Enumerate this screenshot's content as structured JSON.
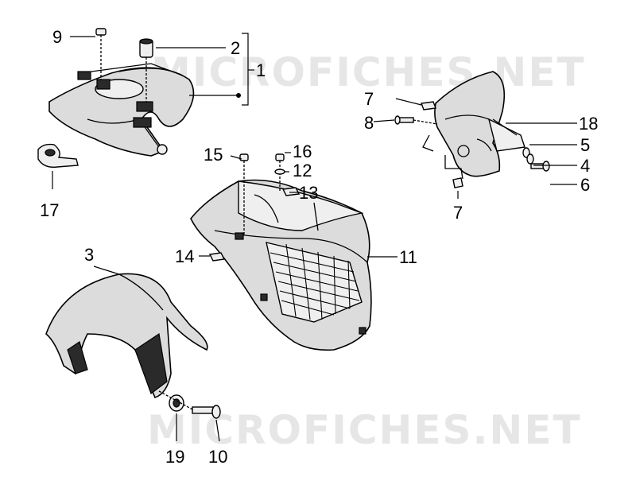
{
  "watermarks": [
    "MICROFICHES.NET",
    "MICROFICHES.NET"
  ],
  "callouts": {
    "c1": "1",
    "c2": "2",
    "c3": "3",
    "c4": "4",
    "c5": "5",
    "c6": "6",
    "c7a": "7",
    "c7b": "7",
    "c8": "8",
    "c9": "9",
    "c10": "10",
    "c11": "11",
    "c12": "12",
    "c13": "13",
    "c14": "14",
    "c15": "15",
    "c16": "16",
    "c17": "17",
    "c18": "18",
    "c19": "19"
  },
  "colors": {
    "part": "#dcdcdc",
    "outline": "#000000",
    "watermark": "#e6e6e6"
  }
}
